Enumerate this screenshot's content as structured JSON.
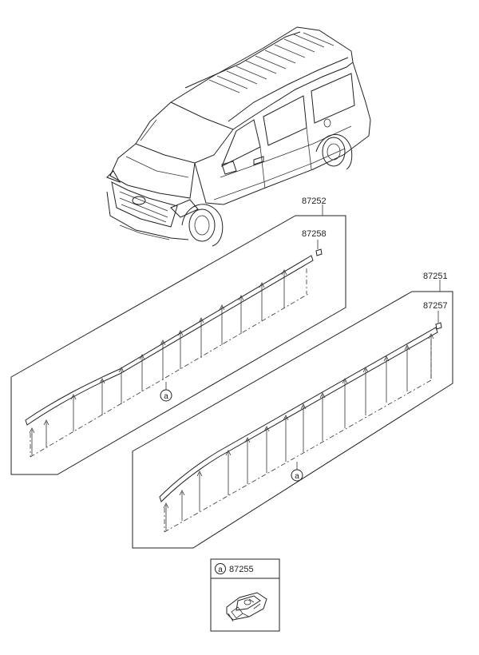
{
  "callouts": {
    "rail_left": "87252",
    "end_cap_left": "87258",
    "rail_right": "87251",
    "end_cap_right": "87257",
    "clip_ref_left": "a",
    "clip_ref_right": "a"
  },
  "detail_box": {
    "ref_letter": "a",
    "part_number": "87255"
  }
}
